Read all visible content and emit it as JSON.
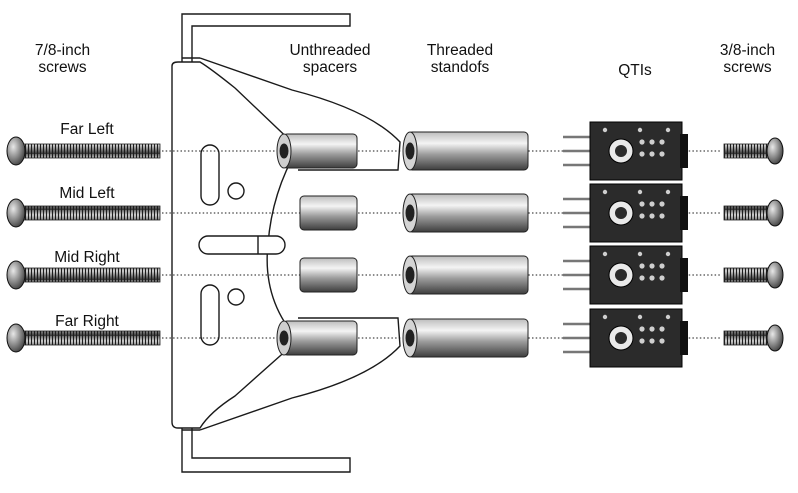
{
  "columns": {
    "long_screws": "7/8-inch\nscrews",
    "spacers": "Unthreaded\nspacers",
    "standoffs": "Threaded\nstandofs",
    "qtis": "QTIs",
    "short_screws": "3/8-inch\nscrews"
  },
  "rows": [
    {
      "label": "Far Left"
    },
    {
      "label": "Mid Left"
    },
    {
      "label": "Mid Right"
    },
    {
      "label": "Far Right"
    }
  ],
  "colors": {
    "line": "#1a1a1a",
    "metal_dark": "#3a3a3a",
    "metal_light": "#d8d8d8",
    "sensor_body": "#2b2b2b"
  }
}
